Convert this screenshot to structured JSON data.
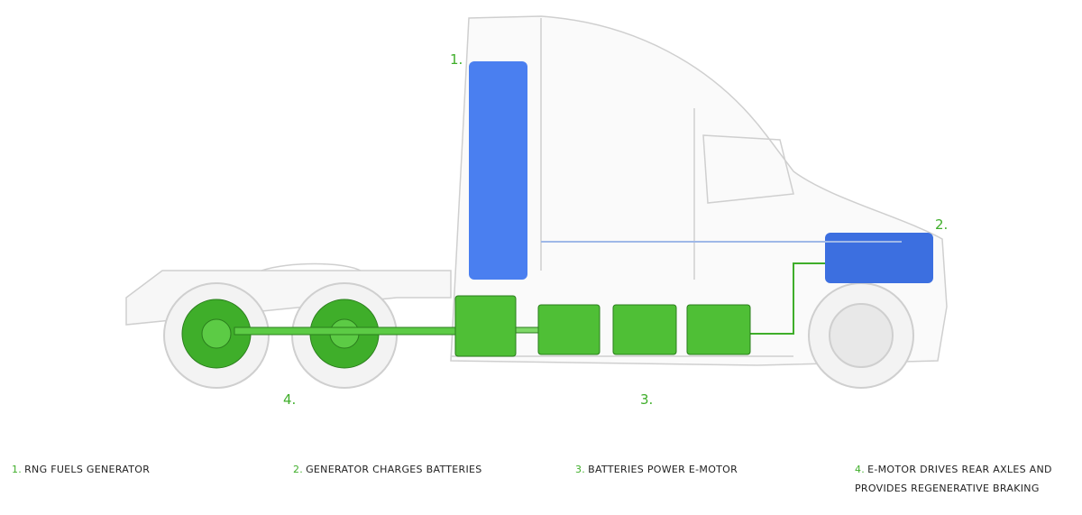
{
  "markers": {
    "m1": "1.",
    "m2": "2.",
    "m3": "3.",
    "m4": "4."
  },
  "captions": [
    {
      "num": "1.",
      "text": "RNG FUELS GENERATOR"
    },
    {
      "num": "2.",
      "text": "GENERATOR CHARGES BATTERIES"
    },
    {
      "num": "3.",
      "text": "BATTERIES POWER E-MOTOR"
    },
    {
      "num": "4.",
      "text": "E-MOTOR DRIVES REAR AXLES AND",
      "text2": "PROVIDES REGENERATIVE BRAKING"
    }
  ],
  "colors": {
    "accent_green": "#3fae2a",
    "tank_blue": "#4a7ff0",
    "outline": "#c8c8c8"
  }
}
